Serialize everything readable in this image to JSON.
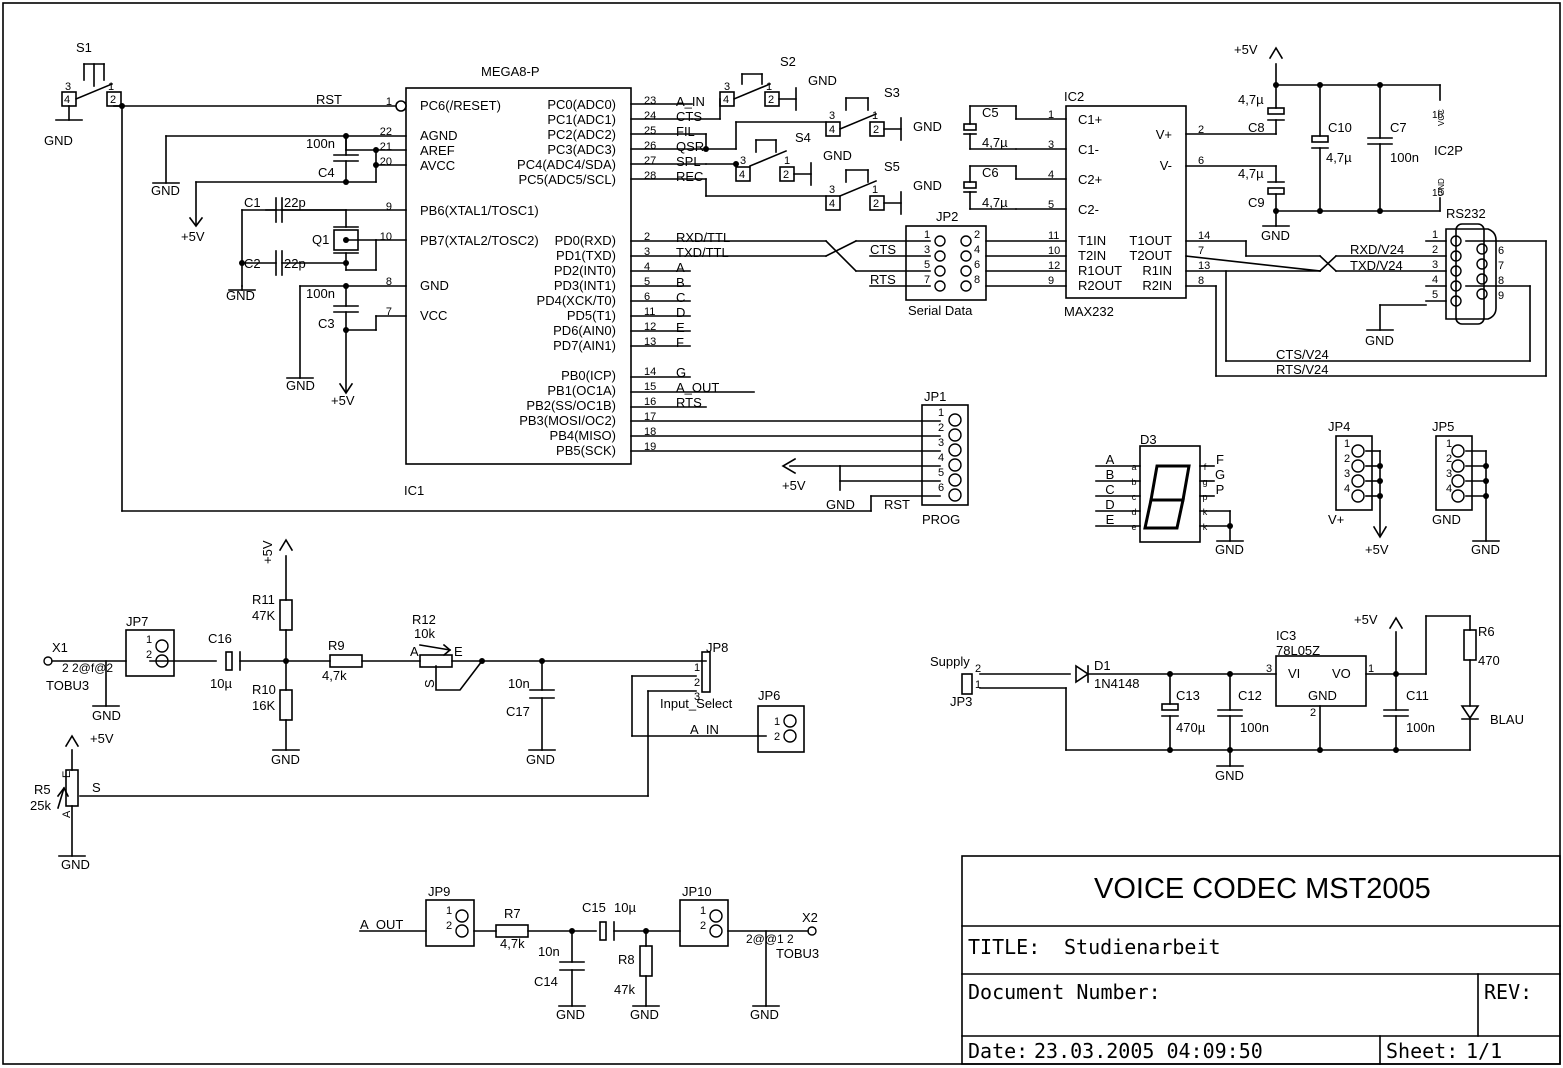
{
  "title_block": {
    "project": "VOICE CODEC MST2005",
    "title_label": "TITLE:",
    "title_value": "Studienarbeit",
    "docnum_label": "Document Number:",
    "rev_label": "REV:",
    "date_label": "Date:",
    "date_value": "23.03.2005 04:09:50",
    "sheet_label": "Sheet:",
    "sheet_value": "1/1"
  },
  "mcu": {
    "ref": "IC1",
    "part": "MEGA8-P",
    "left_pins": [
      {
        "num": "1",
        "name": "PC6(/RESET)",
        "net": "RST"
      },
      {
        "num": "22",
        "name": "AGND",
        "net": ""
      },
      {
        "num": "21",
        "name": "AREF",
        "net": ""
      },
      {
        "num": "20",
        "name": "AVCC",
        "net": ""
      },
      {
        "num": "9",
        "name": "PB6(XTAL1/TOSC1)",
        "net": ""
      },
      {
        "num": "10",
        "name": "PB7(XTAL2/TOSC2)",
        "net": ""
      },
      {
        "num": "8",
        "name": "GND",
        "net": ""
      },
      {
        "num": "7",
        "name": "VCC",
        "net": ""
      }
    ],
    "right_pins": [
      {
        "num": "23",
        "name": "PC0(ADC0)",
        "net": "A_IN"
      },
      {
        "num": "24",
        "name": "PC1(ADC1)",
        "net": "CTS"
      },
      {
        "num": "25",
        "name": "PC2(ADC2)",
        "net": "FIL"
      },
      {
        "num": "26",
        "name": "PC3(ADC3)",
        "net": "QSR"
      },
      {
        "num": "27",
        "name": "PC4(ADC4/SDA)",
        "net": "SPL"
      },
      {
        "num": "28",
        "name": "PC5(ADC5/SCL)",
        "net": "REC"
      },
      {
        "num": "2",
        "name": "PD0(RXD)",
        "net": "RXD/TTL"
      },
      {
        "num": "3",
        "name": "PD1(TXD)",
        "net": "TXD/TTL"
      },
      {
        "num": "4",
        "name": "PD2(INT0)",
        "net": "A"
      },
      {
        "num": "5",
        "name": "PD3(INT1)",
        "net": "B"
      },
      {
        "num": "6",
        "name": "PD4(XCK/T0)",
        "net": "C"
      },
      {
        "num": "11",
        "name": "PD5(T1)",
        "net": "D"
      },
      {
        "num": "12",
        "name": "PD6(AIN0)",
        "net": "E"
      },
      {
        "num": "13",
        "name": "PD7(AIN1)",
        "net": "F"
      },
      {
        "num": "14",
        "name": "PB0(ICP)",
        "net": "G"
      },
      {
        "num": "15",
        "name": "PB1(OC1A)",
        "net": "A_OUT"
      },
      {
        "num": "16",
        "name": "PB2(SS/OC1B)",
        "net": "RTS"
      },
      {
        "num": "17",
        "name": "PB3(MOSI/OC2)",
        "net": ""
      },
      {
        "num": "18",
        "name": "PB4(MISO)",
        "net": ""
      },
      {
        "num": "19",
        "name": "PB5(SCK)",
        "net": ""
      }
    ]
  },
  "max232": {
    "ref": "IC2",
    "part": "MAX232",
    "left_pins": [
      {
        "num": "1",
        "name": "C1+"
      },
      {
        "num": "3",
        "name": "C1-"
      },
      {
        "num": "4",
        "name": "C2+"
      },
      {
        "num": "5",
        "name": "C2-"
      },
      {
        "num": "11",
        "name": "T1IN"
      },
      {
        "num": "10",
        "name": "T2IN"
      },
      {
        "num": "12",
        "name": "R1OUT"
      },
      {
        "num": "9",
        "name": "R2OUT"
      }
    ],
    "right_pins": [
      {
        "num": "2",
        "name": "V+"
      },
      {
        "num": "6",
        "name": "V-"
      },
      {
        "num": "14",
        "name": "T1OUT"
      },
      {
        "num": "7",
        "name": "T2OUT"
      },
      {
        "num": "13",
        "name": "R1IN"
      },
      {
        "num": "8",
        "name": "R2IN"
      }
    ]
  },
  "labels": {
    "gnd": "GND",
    "vcc": "+5V",
    "s1": "S1",
    "s2": "S2",
    "s3": "S3",
    "s4": "S4",
    "s5": "S5",
    "c1": "C1",
    "c2": "C2",
    "c3": "C3",
    "c4": "C4",
    "c5": "C5",
    "c6": "C6",
    "c7": "C7",
    "c8": "C8",
    "c9": "C9",
    "c10": "C10",
    "c11": "C11",
    "c12": "C12",
    "c13": "C13",
    "c14": "C14",
    "c15": "C15",
    "c16": "C16",
    "c17": "C17",
    "q1": "Q1",
    "v22p": "22p",
    "v100n": "100n",
    "v47u": "4,7µ",
    "v10u": "10µ",
    "v10n": "10n",
    "v470u": "470µ",
    "jp1": "JP1",
    "prog": "PROG",
    "jp2": "JP2",
    "serial": "Serial Data",
    "jp3": "JP3",
    "supply": "Supply",
    "jp4": "JP4",
    "jp5": "JP5",
    "jp6": "JP6",
    "jp7": "JP7",
    "jp8": "JP8",
    "input_select": "Input_Select",
    "jp9": "JP9",
    "jp10": "JP10",
    "vplus": "V+",
    "rs232": "RS232",
    "ic2p": "IC2P",
    "vcc_small": "VCC",
    "gnd_small": "GND",
    "rxd_v24": "RXD/V24",
    "txd_v24": "TXD/V24",
    "cts_v24": "CTS/V24",
    "rts_v24": "RTS/V24",
    "cts": "CTS",
    "rts": "RTS",
    "rst": "RST",
    "a_in": "A_IN",
    "a_out": "A_OUT",
    "d3": "D3",
    "r5": "R5",
    "r5v": "25k",
    "r6": "R6",
    "r6v": "470",
    "r7": "R7",
    "r7v": "4,7k",
    "r8": "R8",
    "r8v": "47k",
    "r9": "R9",
    "r9v": "4,7k",
    "r10": "R10",
    "r10v": "16K",
    "r11": "R11",
    "r11v": "47K",
    "r12": "R12",
    "r12v": "10k",
    "x1": "X1",
    "x2": "X2",
    "tobu3": "TOBU3",
    "tobu3b": "TOBU3",
    "x1pins": "2  2@f@2",
    "x2pins": "2@@1 2",
    "ic3": "IC3",
    "ic3part": "78L05Z",
    "vi": "VI",
    "vo": "VO",
    "d1": "D1",
    "d1part": "1N4148",
    "blau": "BLAU",
    "pot_a": "A",
    "pot_e": "E",
    "pot_s": "S"
  },
  "seg_display": {
    "left": [
      [
        "A",
        "a"
      ],
      [
        "B",
        "b"
      ],
      [
        "C",
        "c"
      ],
      [
        "D",
        "d"
      ],
      [
        "E",
        "e"
      ]
    ],
    "right": [
      [
        "f",
        "F"
      ],
      [
        "g",
        "G"
      ],
      [
        "p",
        "P"
      ],
      [
        "k",
        ""
      ],
      [
        "k",
        ""
      ]
    ]
  }
}
